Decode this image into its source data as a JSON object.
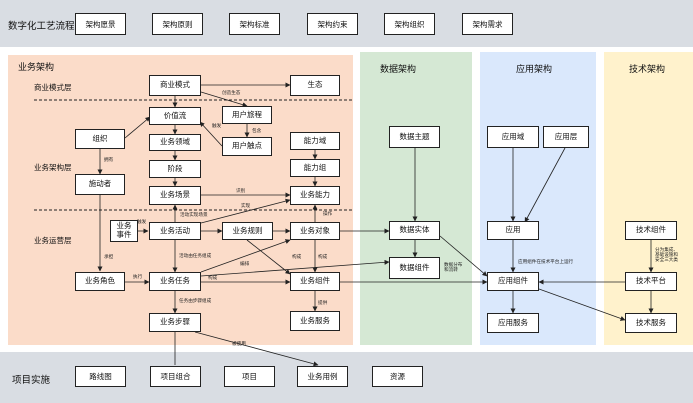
{
  "top_band": {
    "title": "数字化工艺流程",
    "tabs": [
      "架构愿景",
      "架构原则",
      "架构标准",
      "架构约束",
      "架构组织",
      "架构需求"
    ]
  },
  "bottom_band": {
    "title": "项目实施",
    "tabs": [
      "路线图",
      "项目组合",
      "项目",
      "业务用例",
      "资源"
    ]
  },
  "sections": {
    "business": "业务架构",
    "data": "数据架构",
    "app": "应用架构",
    "tech": "技术架构"
  },
  "layers": {
    "model": "商业模式层",
    "structure": "业务架构层",
    "operation": "业务运营层"
  },
  "boxes": {
    "business_model": "商业模式",
    "ecology": "生态",
    "value_stream": "价值流",
    "user_journey": "用户旅程",
    "org": "组织",
    "biz_domain": "业务领域",
    "user_touchpoint": "用户触点",
    "capability_domain": "能力域",
    "stage": "阶段",
    "capability_group": "能力组",
    "actor": "施动者",
    "biz_scenario": "业务场景",
    "biz_capability": "业务能力",
    "biz_event": "业务\n事件",
    "biz_activity": "业务活动",
    "biz_rule": "业务规则",
    "biz_object": "业务对象",
    "biz_role": "业务角色",
    "biz_task": "业务任务",
    "biz_component": "业务组件",
    "biz_step": "业务步骤",
    "biz_service": "业务服务",
    "data_subject": "数据主题",
    "data_entity": "数据实体",
    "data_component": "数据组件",
    "app_domain": "应用域",
    "app_layer": "应用层",
    "application": "应用",
    "app_component": "应用组件",
    "app_service": "应用服务",
    "tech_component": "技术组件",
    "tech_platform": "技术平台",
    "tech_service": "技术服务"
  },
  "edge_labels": {
    "create_ecology": "创造生态",
    "trigger": "触发",
    "include": "包含",
    "owns": "拥有",
    "identify": "识别",
    "implement": "实现",
    "op": "操作",
    "activity_scenario": "活动实现场景",
    "event_trigger": "触发",
    "activity_task": "活动由任务组成",
    "arrange": "编排",
    "compose": "构成",
    "compose2": "构成",
    "execute": "执行",
    "undertake": "承担",
    "task_steps": "任务由步骤组成",
    "provide": "提供",
    "bind_usecase": "被使用",
    "data_distribute": "数据分布\n和流转",
    "app_deploy": "应用组件在技术平台上运行",
    "tech_note": "分为集成、\n基础设施和\n安全三大类"
  },
  "colors": {
    "band": "#d9dde3",
    "business_bg": "#fbdcc9",
    "data_bg": "#d5e8d4",
    "app_bg": "#dae8fc",
    "tech_bg": "#fff2cc"
  }
}
